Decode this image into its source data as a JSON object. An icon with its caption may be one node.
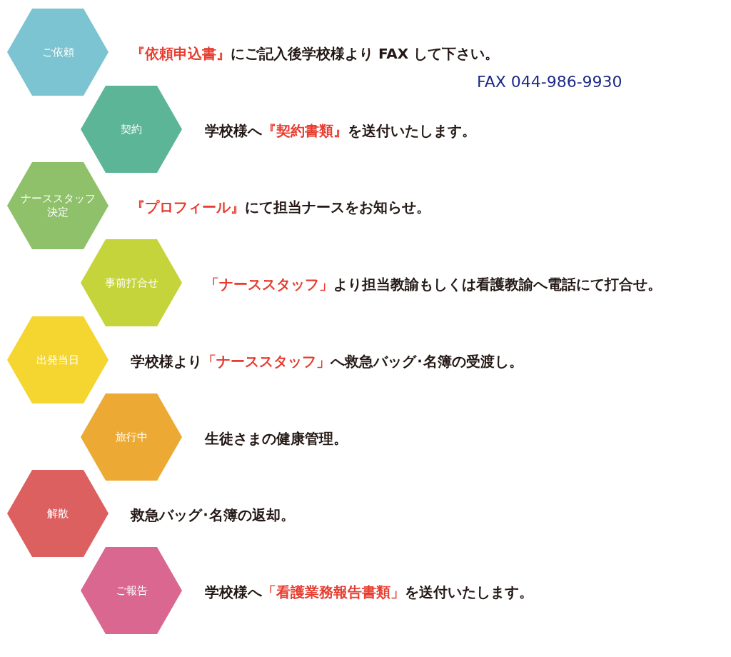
{
  "diagram": {
    "nodes": [
      {
        "text": [
          "ご依頼"
        ],
        "beside": [
          "『依頼申込書』にご記入後学校様より FAX して下さい。",
          "FAX 044-986-9930"
        ]
      },
      {
        "text": [
          "契約"
        ],
        "beside": [
          "学校様へ『契約書類』を送付いたします。"
        ]
      },
      {
        "text": [
          "ナーススタッフ決定"
        ],
        "beside": [
          "『プロフィール』にて担当ナースをお知らせ。"
        ]
      },
      {
        "text": [
          "事前打合せ"
        ],
        "beside": [
          "「ナーススタッフ」より担当教諭もしくは看護教諭へ電話にて打合せ。"
        ]
      },
      {
        "text": [
          "出発当日"
        ],
        "beside": [
          "学校様より「ナーススタッフ」へ救急バッグ･名簿の受渡し。"
        ]
      },
      {
        "text": [
          "旅行中"
        ],
        "beside": [
          "生徒さまの健康管理。"
        ]
      },
      {
        "text": [
          "解散"
        ],
        "beside": [
          "救急バッグ･名簿の返却。"
        ]
      },
      {
        "text": [
          "ご報告"
        ],
        "beside": [
          "学校様へ「看護業務報告書類」を送付いたします。"
        ]
      }
    ]
  }
}
